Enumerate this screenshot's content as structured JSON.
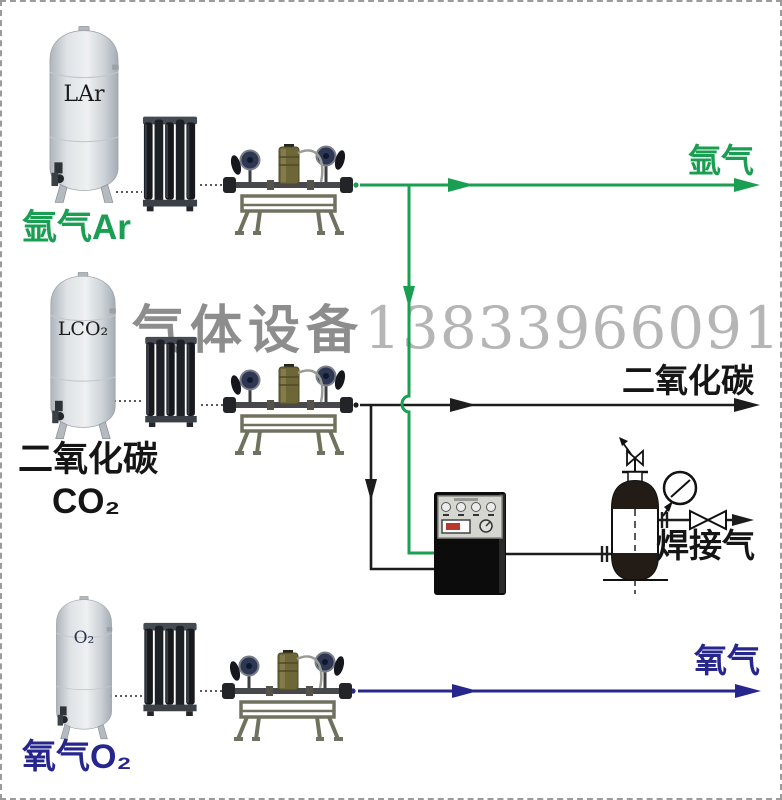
{
  "watermark": {
    "company_text": "气体设备",
    "phone": "13833966091"
  },
  "colors": {
    "argon_line": "#1a9e52",
    "co2_line": "#1d1d1d",
    "oxygen_line": "#26268c",
    "welding_line": "#1d1d1d",
    "watermark_text": "#8d8d8d",
    "watermark_phone": "#b5b5b5"
  },
  "rows": [
    {
      "gas": "argon",
      "tank_label": "LAr",
      "tank_caption": "氩气Ar",
      "output_label": "氩气"
    },
    {
      "gas": "carbon-dioxide",
      "tank_label": "LCO₂",
      "tank_caption_line1": "二氧化碳",
      "tank_caption_line2": "CO₂",
      "output_label": "二氧化碳"
    },
    {
      "gas": "oxygen",
      "tank_label": "O₂",
      "tank_caption": "氧气O₂",
      "output_label": "氧气"
    }
  ],
  "welding_output_label": "焊接气"
}
